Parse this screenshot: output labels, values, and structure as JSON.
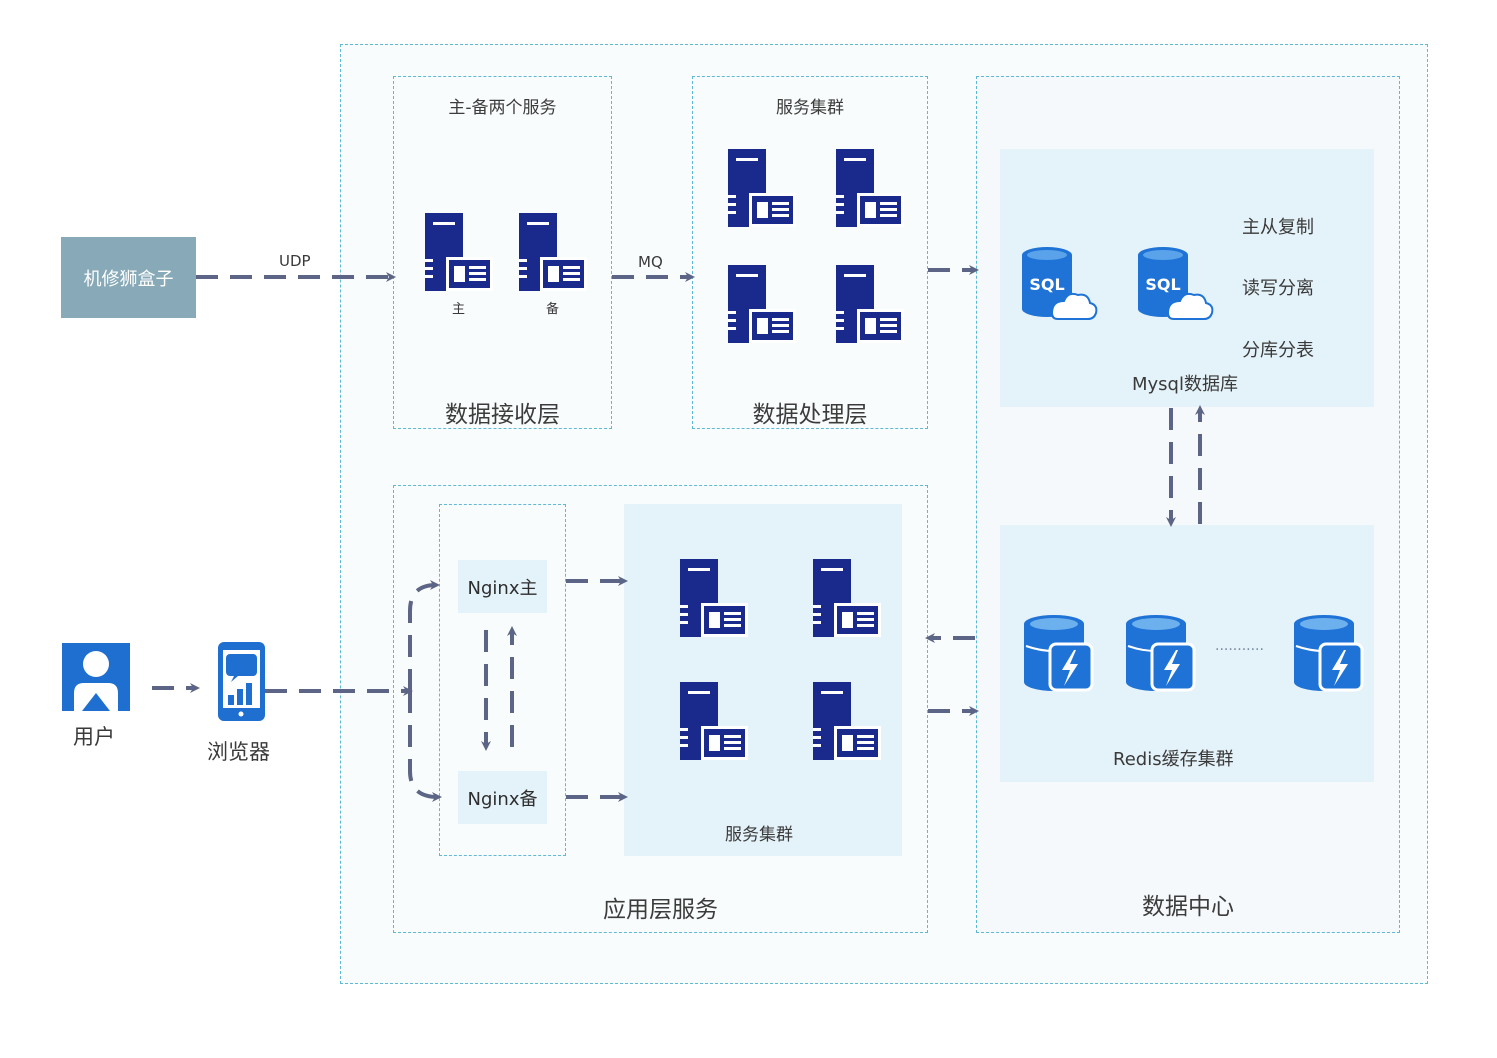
{
  "source": {
    "label": "机修狮盒子",
    "protocol": "UDP"
  },
  "receive_layer": {
    "title": "主-备两个服务",
    "label": "数据接收层",
    "primary": "主",
    "backup": "备",
    "link": "MQ"
  },
  "process_layer": {
    "title": "服务集群",
    "label": "数据处理层"
  },
  "data_center": {
    "label": "数据中心",
    "mysql": {
      "label": "Mysql数据库",
      "icon_text": "SQL",
      "features": [
        "主从复制",
        "读写分离",
        "分库分表"
      ]
    },
    "redis": {
      "label": "Redis缓存集群",
      "ellipsis": "···········"
    }
  },
  "app_layer": {
    "label": "应用层服务",
    "nginx_primary": "Nginx主",
    "nginx_backup": "Nginx备",
    "cluster_label": "服务集群"
  },
  "user": {
    "label": "用户"
  },
  "browser": {
    "label": "浏览器"
  },
  "colors": {
    "border": "#5fb8d4",
    "panel": "#e4f2f9",
    "arrow": "#5c6585",
    "server": "#1a2a8c",
    "db": "#1e6fd0",
    "source_box": "#87a9b8"
  }
}
